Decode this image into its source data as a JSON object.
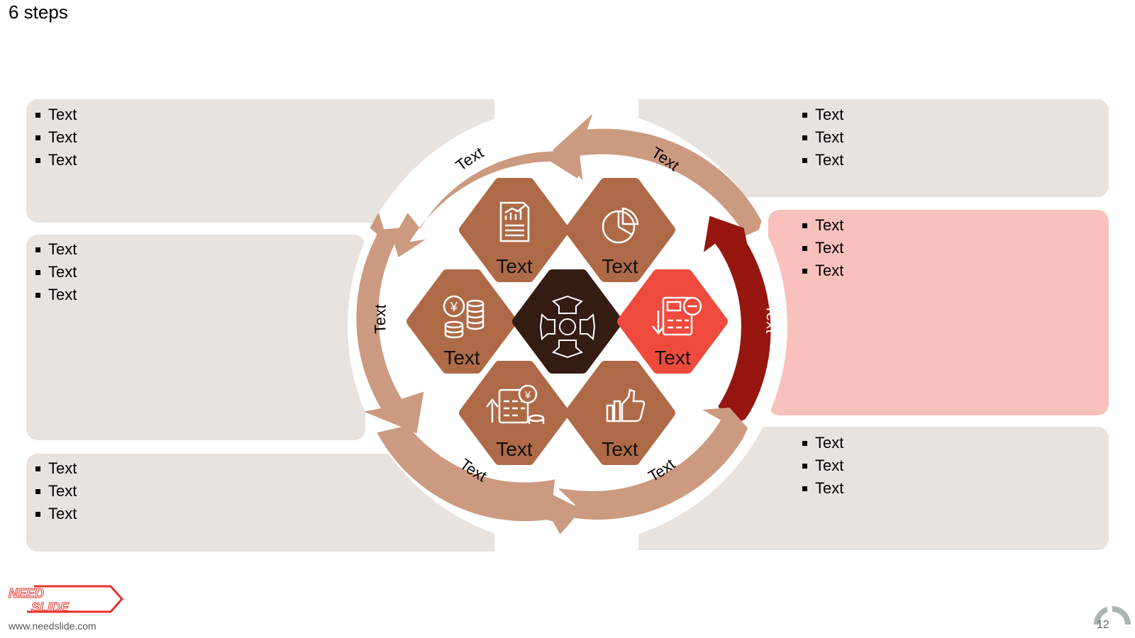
{
  "slide": {
    "title": "6 steps"
  },
  "panels": {
    "top_left": [
      "Text",
      "Text",
      "Text"
    ],
    "mid_left": [
      "Text",
      "Text",
      "Text"
    ],
    "bottom_left": [
      "Text",
      "Text",
      "Text"
    ],
    "top_right": [
      "Text",
      "Text",
      "Text"
    ],
    "mid_right": [
      "Text",
      "Text",
      "Text"
    ],
    "bottom_right": [
      "Text",
      "Text",
      "Text"
    ]
  },
  "arrows": {
    "top_left": "Text",
    "top_right": "Text",
    "left": "Text",
    "right": "Text",
    "bottom_left": "Text",
    "bottom_right": "Text"
  },
  "hexagons": {
    "top_left": {
      "label": "Text",
      "icon": "report-chart-icon"
    },
    "top_right": {
      "label": "Text",
      "icon": "pie-chart-icon"
    },
    "mid_left": {
      "label": "Text",
      "icon": "coins-icon"
    },
    "center": {
      "icon": "arrows-cycle-icon"
    },
    "mid_right": {
      "label": "Text",
      "icon": "calculator-minus-icon"
    },
    "bottom_left": {
      "label": "Text",
      "icon": "cash-register-icon"
    },
    "bottom_right": {
      "label": "Text",
      "icon": "thumbs-up-icon"
    }
  },
  "colors": {
    "panel": "#e8e3df",
    "panel_highlight": "#f9c1bd",
    "arrow": "#cc9a80",
    "arrow_highlight": "#96160f",
    "hex": "#ae6a47",
    "hex_highlight": "#f04a3e",
    "hex_center": "#341c13"
  },
  "footer": {
    "logo_line1": "NEED",
    "logo_line2": "SLIDE",
    "url": "www.needslide.com",
    "page": "12"
  }
}
